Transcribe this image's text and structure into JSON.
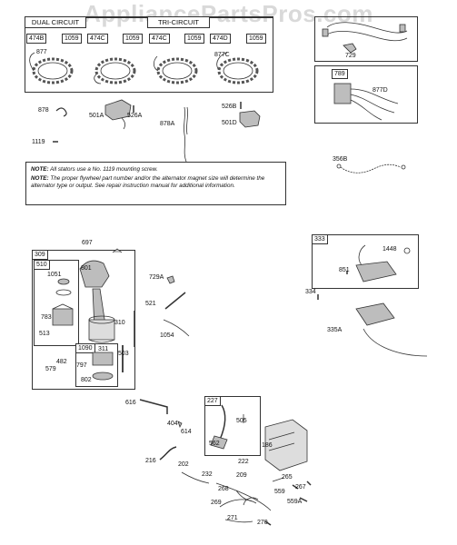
{
  "watermark": "AppliancePartsPros.com",
  "stator_headers": [
    "DUAL CIRCUIT",
    "",
    "TRI-CIRCUIT",
    ""
  ],
  "stator_tags": [
    "474B",
    "474C",
    "474C",
    "474D"
  ],
  "stator_counts": [
    "1059",
    "1059",
    "1059",
    "1059"
  ],
  "parts": {
    "p877": "877",
    "p877C": "877C",
    "p878": "878",
    "p501A": "501A",
    "p526A": "526A",
    "p878A": "878A",
    "p526B": "526B",
    "p501D": "501D",
    "p1119": "1119",
    "p729": "729",
    "p789": "789",
    "p877D": "877D",
    "p356B": "356B",
    "p697": "697",
    "p309": "309",
    "p510": "510",
    "p1051": "1051",
    "p801": "801",
    "p783": "783",
    "p513": "513",
    "p310": "310",
    "p1090": "1090",
    "p311": "311",
    "p482": "482",
    "p579": "579",
    "p797": "797",
    "p802": "802",
    "p503": "503",
    "p729A": "729A",
    "p521": "521",
    "p1054": "1054",
    "p333": "333",
    "p1448": "1448",
    "p851": "851",
    "p334": "334",
    "p335A": "335A",
    "p616": "616",
    "p404": "404",
    "p614": "614",
    "p227": "227",
    "p505": "505",
    "p562": "562",
    "p186": "186",
    "p216": "216",
    "p202": "202",
    "p232": "232",
    "p222": "222",
    "p209": "209",
    "p265": "265",
    "p559": "559",
    "p267": "267",
    "p268": "268",
    "p559A": "559A",
    "p269": "269",
    "p271": "271",
    "p270": "270"
  },
  "note1_label": "NOTE:",
  "note1_text": "All stators use a No. 1119 mounting screw.",
  "note2_label": "NOTE:",
  "note2_text": "The proper flywheel part number and/or the alternator magnet size will determine the alternator type or output. See repair instruction manual for additional information.",
  "colors": {
    "line": "#333333",
    "part_fill": "#bdbdbd",
    "dark": "#555555",
    "watermark": "#d9d9d9"
  }
}
